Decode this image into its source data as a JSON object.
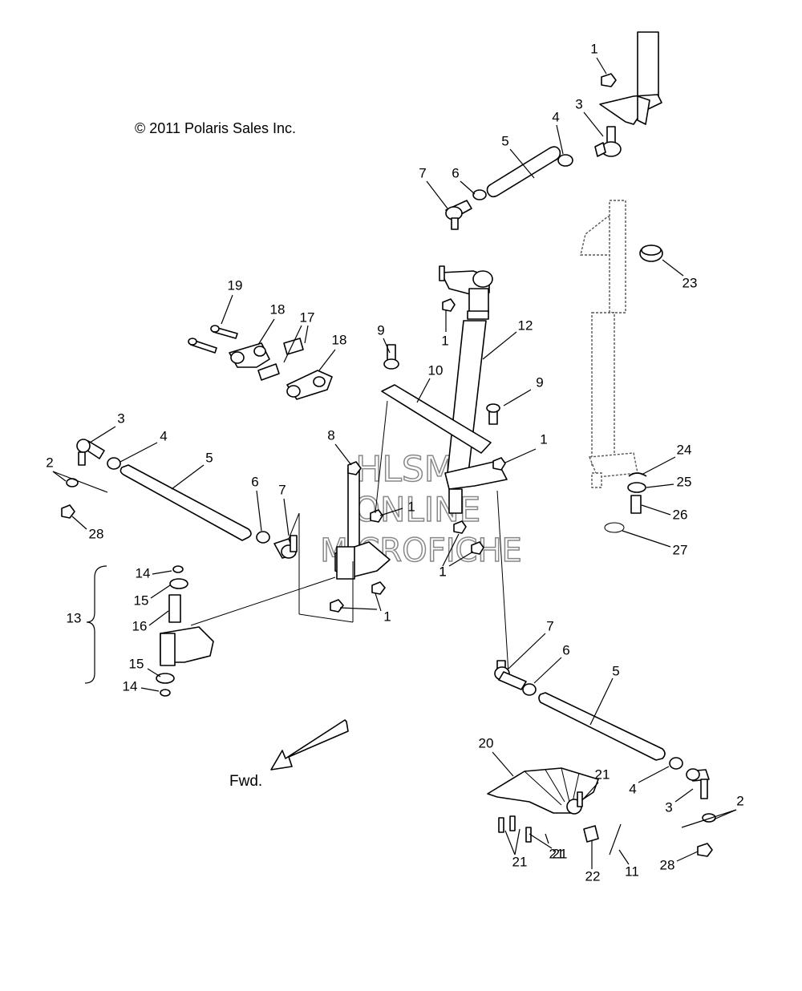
{
  "copyright": "© 2011 Polaris Sales Inc.",
  "forward_label": "Fwd.",
  "watermark": {
    "line1": "HLSM",
    "line2": "ONLINE",
    "line3": "MICROFICHE"
  },
  "callouts": [
    "1",
    "1",
    "1",
    "1",
    "1",
    "1",
    "1",
    "2",
    "2",
    "3",
    "3",
    "3",
    "4",
    "4",
    "4",
    "5",
    "5",
    "5",
    "6",
    "6",
    "6",
    "7",
    "7",
    "7",
    "8",
    "9",
    "9",
    "10",
    "11",
    "12",
    "13",
    "14",
    "14",
    "15",
    "15",
    "16",
    "17",
    "18",
    "18",
    "19",
    "20",
    "21",
    "21",
    "21",
    "21",
    "22",
    "23",
    "24",
    "25",
    "26",
    "27",
    "28",
    "28"
  ]
}
